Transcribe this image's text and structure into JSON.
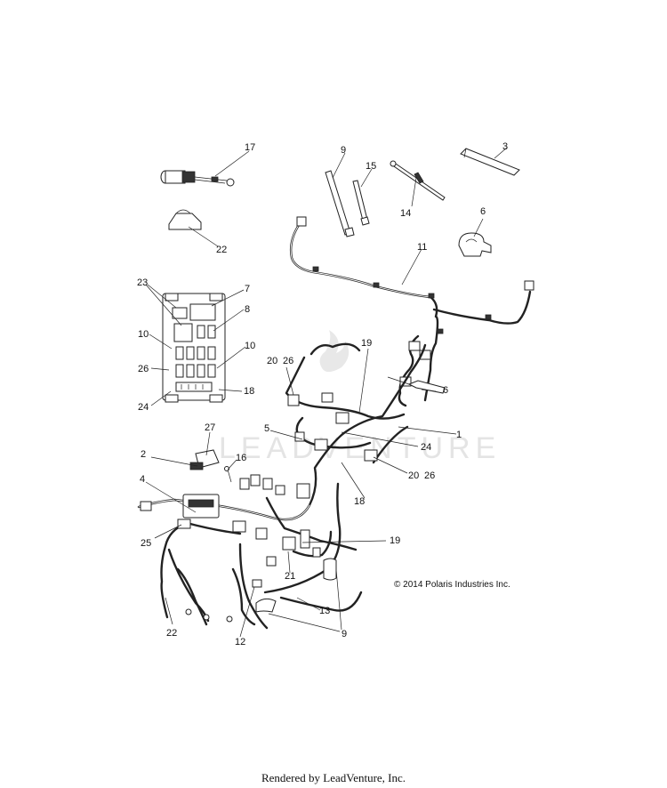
{
  "callouts": [
    {
      "id": "c1",
      "text": "1"
    },
    {
      "id": "c2",
      "text": "2"
    },
    {
      "id": "c3",
      "text": "3"
    },
    {
      "id": "c4",
      "text": "4"
    },
    {
      "id": "c5",
      "text": "5"
    },
    {
      "id": "c6a",
      "text": "6"
    },
    {
      "id": "c6b",
      "text": "6"
    },
    {
      "id": "c7",
      "text": "7"
    },
    {
      "id": "c8",
      "text": "8"
    },
    {
      "id": "c9a",
      "text": "9"
    },
    {
      "id": "c9b",
      "text": "9"
    },
    {
      "id": "c10a",
      "text": "10"
    },
    {
      "id": "c10b",
      "text": "10"
    },
    {
      "id": "c11",
      "text": "11"
    },
    {
      "id": "c12",
      "text": "12"
    },
    {
      "id": "c13",
      "text": "13"
    },
    {
      "id": "c14",
      "text": "14"
    },
    {
      "id": "c15",
      "text": "15"
    },
    {
      "id": "c16",
      "text": "16"
    },
    {
      "id": "c17",
      "text": "17"
    },
    {
      "id": "c18a",
      "text": "18"
    },
    {
      "id": "c18b",
      "text": "18"
    },
    {
      "id": "c19a",
      "text": "19"
    },
    {
      "id": "c19b",
      "text": "19"
    },
    {
      "id": "c20a",
      "text": "20"
    },
    {
      "id": "c26a",
      "text": "26"
    },
    {
      "id": "c20b",
      "text": "20"
    },
    {
      "id": "c26b",
      "text": "26"
    },
    {
      "id": "c21",
      "text": "21"
    },
    {
      "id": "c22a",
      "text": "22"
    },
    {
      "id": "c22b",
      "text": "22"
    },
    {
      "id": "c23",
      "text": "23"
    },
    {
      "id": "c24a",
      "text": "24"
    },
    {
      "id": "c24b",
      "text": "24"
    },
    {
      "id": "c25",
      "text": "25"
    },
    {
      "id": "c26c",
      "text": "26"
    },
    {
      "id": "c27",
      "text": "27"
    }
  ],
  "watermark": "LEADVENTURE",
  "copyright": "© 2014 Polaris Industries Inc.",
  "footer": "Rendered by LeadVenture, Inc."
}
